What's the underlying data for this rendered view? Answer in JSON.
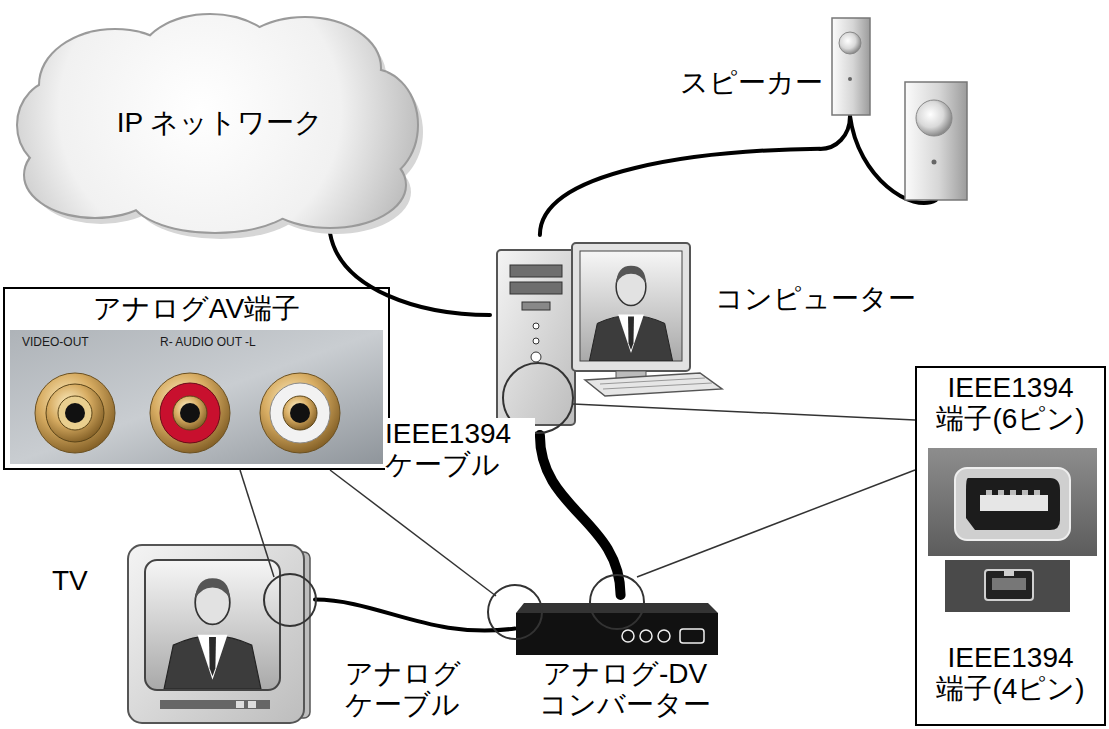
{
  "diagram": {
    "nodes": [
      {
        "text": [
          "IP ネットワーク"
        ]
      },
      {
        "text": [
          "スピーカー"
        ]
      },
      {
        "text": [
          "コンピューター"
        ]
      },
      {
        "text": [
          "アナログAV端子"
        ]
      },
      {
        "text": [
          "IEEE1394 端子(6ピン)",
          "IEEE1394 端子(4ピン)"
        ]
      },
      {
        "text": [
          "TV"
        ]
      },
      {
        "text": [
          "アナログ-DV コンバーター"
        ]
      }
    ],
    "edges": [
      {
        "from": 0,
        "to": 2,
        "arrow": "none"
      },
      {
        "from": 2,
        "to": 1,
        "arrow": "none"
      },
      {
        "from": 2,
        "to": 6,
        "label": "IEEE1394 ケーブル",
        "arrow": "none"
      },
      {
        "from": 5,
        "to": 6,
        "label": "アナログ ケーブル",
        "arrow": "none"
      }
    ],
    "labels": [
      "VIDEO-OUT",
      "R- AUDIO OUT -L"
    ]
  }
}
